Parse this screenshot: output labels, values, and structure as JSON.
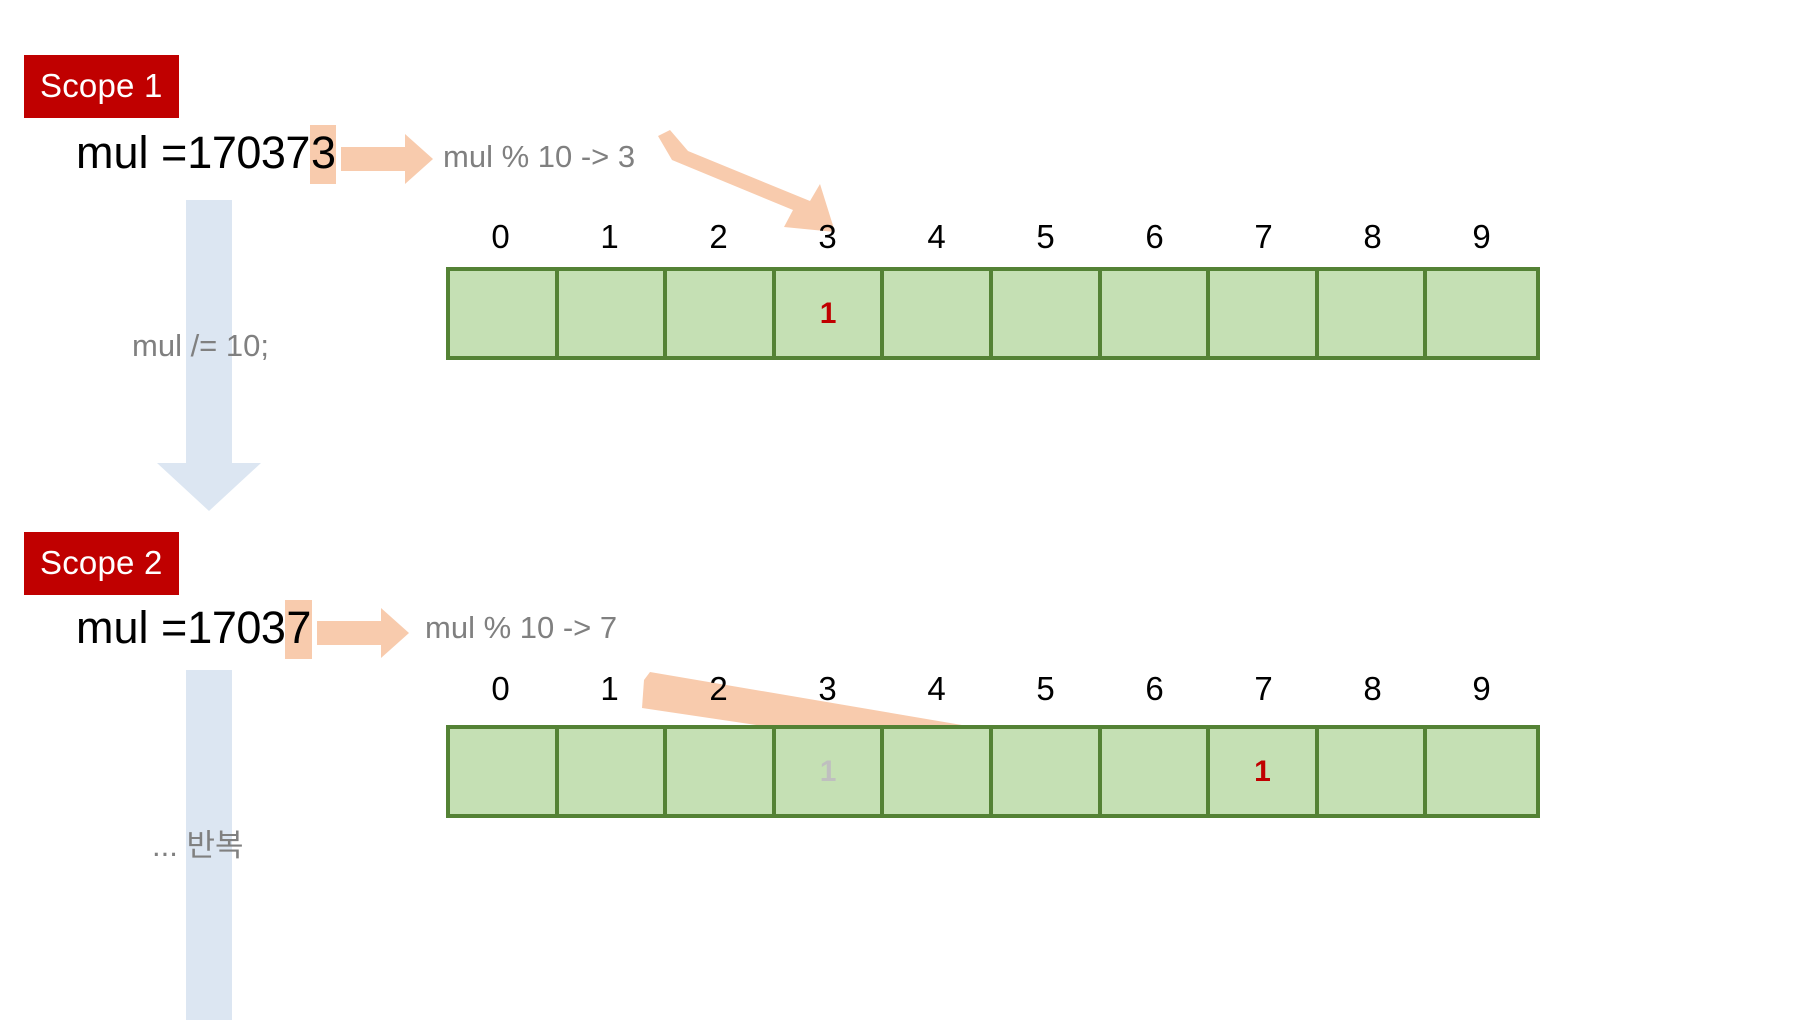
{
  "page": {
    "title": "mul digit-count walkthrough",
    "bg": "#FFFFFF",
    "colors": {
      "badge_bg": "#C00000",
      "badge_text": "#FFFFFF",
      "highlight": "#F8CBAD",
      "arrow_peach": "#F8CBAD",
      "arrow_blue": "#DCE6F2",
      "cell_fill": "#C5E0B4",
      "cell_border": "#548235",
      "value_current": "#C00000",
      "value_previous": "#BFBFBF",
      "formula_text": "#808080",
      "index_text": "#000000"
    }
  },
  "scopes": [
    {
      "badge": "Scope 1",
      "mul_label": "mul =",
      "mul_prefix": "17037",
      "mul_highlight": "3",
      "mul_full": "mul =170373",
      "formula": "mul % 10 -> 3",
      "target_index": 3,
      "array": {
        "indices": [
          "0",
          "1",
          "2",
          "3",
          "4",
          "5",
          "6",
          "7",
          "8",
          "9"
        ],
        "values": [
          "",
          "",
          "",
          "1",
          "",
          "",
          "",
          "",
          "",
          ""
        ],
        "value_states": [
          "empty",
          "empty",
          "empty",
          "current",
          "empty",
          "empty",
          "empty",
          "empty",
          "empty",
          "empty"
        ]
      },
      "transition": {
        "label": "mul /= 10;",
        "arrow": "down-arrow-blue"
      }
    },
    {
      "badge": "Scope 2",
      "mul_label": "mul =",
      "mul_prefix": "1703",
      "mul_highlight": "7",
      "mul_full": "mul =17037",
      "formula": "mul % 10 -> 7",
      "target_index": 7,
      "array": {
        "indices": [
          "0",
          "1",
          "2",
          "3",
          "4",
          "5",
          "6",
          "7",
          "8",
          "9"
        ],
        "values": [
          "",
          "",
          "",
          "1",
          "",
          "",
          "",
          "1",
          "",
          ""
        ],
        "value_states": [
          "empty",
          "empty",
          "empty",
          "previous",
          "empty",
          "empty",
          "empty",
          "current",
          "empty",
          "empty"
        ]
      },
      "transition": {
        "label": "... 반복",
        "arrow": "down-arrow-blue"
      }
    }
  ]
}
